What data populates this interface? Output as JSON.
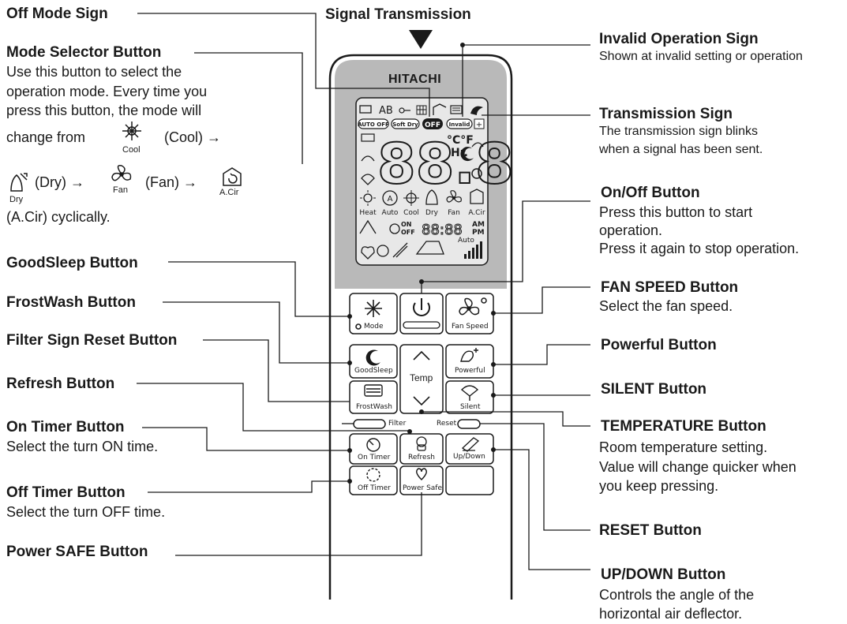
{
  "signal_transmission": "Signal Transmission",
  "brand": "HITACHI",
  "left": {
    "off_mode_sign": "Off Mode Sign",
    "mode_selector": {
      "title": "Mode Selector Button",
      "line1": "Use this button to select the",
      "line2": "operation mode. Every time you",
      "line3": "press this button, the mode will",
      "change_from": "change from",
      "cool": "(Cool) →",
      "cool_label": "Cool",
      "dry": "(Dry) →",
      "dry_label": "Dry",
      "fan": "(Fan) →",
      "fan_label": "Fan",
      "acir_label": "A.Cir",
      "cyclically": "(A.Cir) cyclically."
    },
    "goodsleep": "GoodSleep Button",
    "frostwash": "FrostWash Button",
    "filter_reset": "Filter Sign Reset Button",
    "refresh": "Refresh Button",
    "on_timer": {
      "title": "On Timer Button",
      "desc": "Select the turn ON time."
    },
    "off_timer": {
      "title": "Off Timer Button",
      "desc": "Select the turn OFF time."
    },
    "power_safe": "Power SAFE Button"
  },
  "right": {
    "invalid_sign": {
      "title": "Invalid Operation Sign",
      "desc": "Shown at invalid setting or operation"
    },
    "transmission_sign": {
      "title": "Transmission Sign",
      "line1": "The transmission sign blinks",
      "line2": "when a signal has been sent."
    },
    "onoff": {
      "title": "On/Off Button",
      "line1": "Press this button to start",
      "line2": "operation.",
      "line3": "Press it again to stop operation."
    },
    "fan_speed": {
      "title": "FAN SPEED Button",
      "desc": "Select the fan speed."
    },
    "powerful": "Powerful Button",
    "silent": "SILENT Button",
    "temperature": {
      "title": "TEMPERATURE Button",
      "line1": "Room temperature setting.",
      "line2": "Value will change quicker when",
      "line3": "you keep pressing."
    },
    "reset": "RESET Button",
    "updown": {
      "title": "UP/DOWN Button",
      "line1": "Controls the angle of the",
      "line2": "horizontal air deflector."
    }
  },
  "display": {
    "ab": "AB",
    "auto_off": "AUTO OFF",
    "soft_dry": "Soft Dry",
    "off": "OFF",
    "invalid": "Invalid",
    "digits": "88.8",
    "celsius_f": "°C°F",
    "hr": "Hr.",
    "modes": [
      "Heat",
      "Auto",
      "Cool",
      "Dry",
      "Fan",
      "A.Cir"
    ],
    "on": "ON",
    "off2": "OFF",
    "timer_digits": "88:88",
    "am": "AM",
    "pm": "PM",
    "auto": "Auto"
  },
  "buttons": {
    "mode": "Mode",
    "fan_speed": "Fan Speed",
    "goodsleep": "GoodSleep",
    "temp": "Temp",
    "powerful": "Powerful",
    "frostwash": "FrostWash",
    "silent": "Silent",
    "filter": "Filter",
    "reset": "Reset",
    "on_timer": "On Timer",
    "refresh": "Refresh",
    "updown": "Up/Down",
    "off_timer": "Off Timer",
    "power_safe": "Power Safe"
  },
  "colors": {
    "remote_gray": "#b9b9b9",
    "lcd_bg": "#e8e8e8",
    "ink": "#1a1a1a"
  }
}
